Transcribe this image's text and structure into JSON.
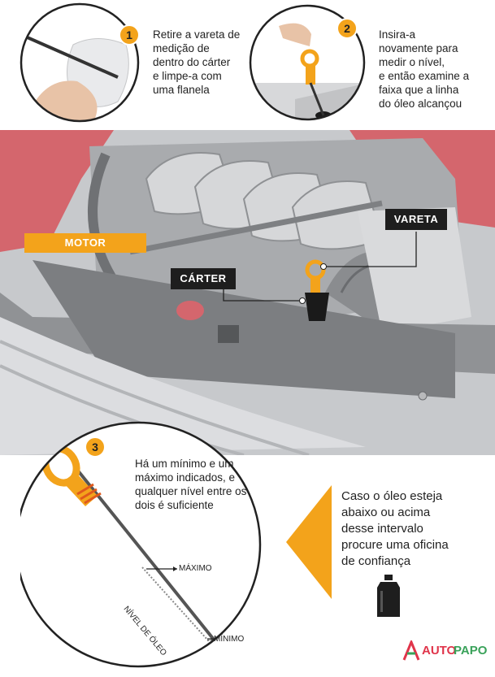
{
  "steps": [
    {
      "number": "1",
      "lines": [
        "Retire a vareta de",
        "medição de",
        "dentro do cárter",
        "e limpe-a com",
        "uma flanela"
      ]
    },
    {
      "number": "2",
      "lines": [
        "Insira-a",
        "novamente para",
        "medir o nível,",
        "e então examine a",
        "faixa que a linha",
        "do óleo alcançou"
      ]
    },
    {
      "number": "3",
      "lines": [
        "Há um mínimo e um",
        "máximo indicados, e",
        "qualquer nível entre os",
        "dois é suficiente"
      ]
    }
  ],
  "labels": {
    "motor": "MOTOR",
    "vareta": "VARETA",
    "carter": "CÁRTER",
    "maximo": "MÁXIMO",
    "minimo": "MÍNIMO",
    "nivel": "NÍVEL DE ÓLEO"
  },
  "warning": {
    "lines": [
      "Caso o óleo esteja",
      "abaixo ou acima",
      "desse intervalo",
      "procure uma oficina",
      "de confiança"
    ]
  },
  "brand": {
    "auto": "AUTO",
    "papo": "PAPO"
  },
  "colors": {
    "accent": "#f3a31b",
    "brand_red": "#e0344a",
    "brand_green": "#3aa25a",
    "engine": "#b9b9b9",
    "car_red": "#d4666d"
  },
  "icons": [
    "rag-icon",
    "hand-icon",
    "dipstick-icon",
    "oil-bottle-icon",
    "autopapo-logo-icon"
  ]
}
